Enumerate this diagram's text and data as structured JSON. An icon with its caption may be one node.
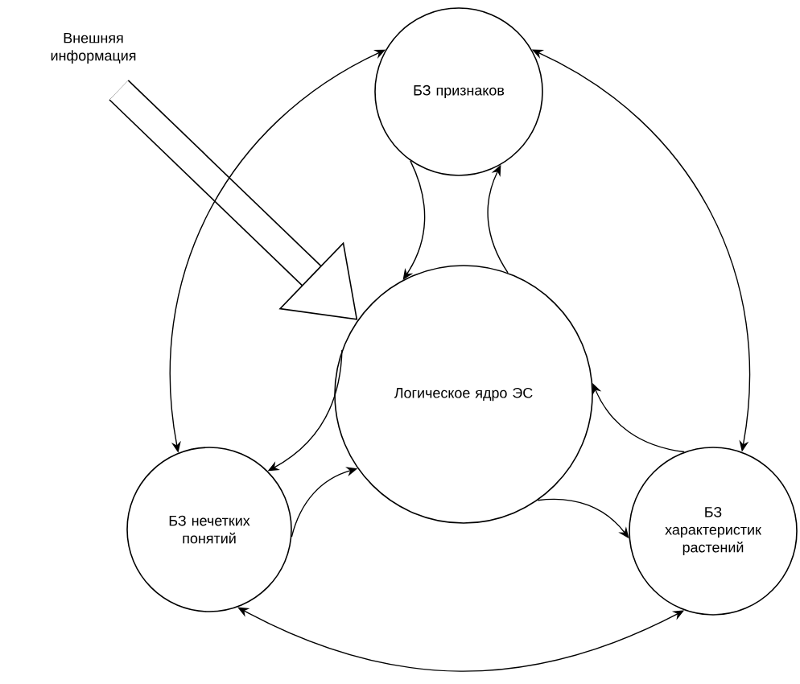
{
  "diagram": {
    "nodes": [
      {
        "text": [
          "Внешняя информация"
        ]
      },
      {
        "text": [
          "БЗ признаков"
        ]
      },
      {
        "text": [
          "Логическое ядро ЭС"
        ]
      },
      {
        "text": [
          "БЗ нечетких понятий"
        ]
      },
      {
        "text": [
          "БЗ характеристик растений"
        ]
      }
    ],
    "edges": [
      {
        "from": 0,
        "to": 2,
        "arrow": "to",
        "style": "thick"
      },
      {
        "from": 1,
        "to": 3,
        "arrow": "both"
      },
      {
        "from": 1,
        "to": 4,
        "arrow": "both"
      },
      {
        "from": 3,
        "to": 4,
        "arrow": "both"
      },
      {
        "from": 1,
        "to": 2,
        "arrow": "to"
      },
      {
        "from": 2,
        "to": 1,
        "arrow": "to"
      },
      {
        "from": 2,
        "to": 3,
        "arrow": "to"
      },
      {
        "from": 3,
        "to": 2,
        "arrow": "to"
      },
      {
        "from": 4,
        "to": 2,
        "arrow": "to"
      },
      {
        "from": 2,
        "to": 4,
        "arrow": "to"
      }
    ]
  }
}
